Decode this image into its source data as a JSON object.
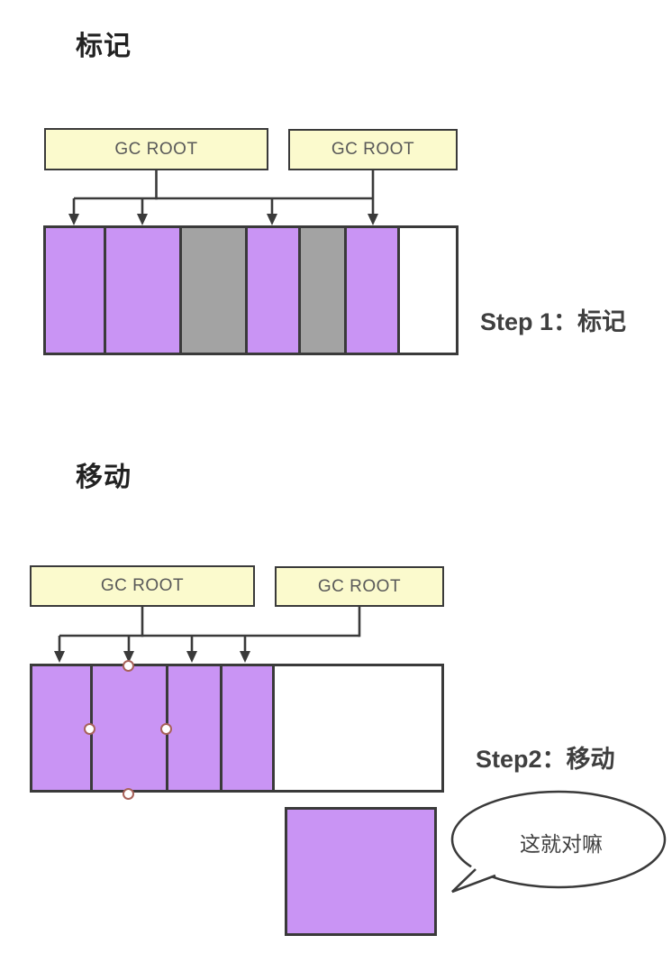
{
  "palette": {
    "ink": "#3A3A3A",
    "live_fill": "#C994F4",
    "garbage_fill": "#A3A3A3",
    "free_fill": "#FFFFFF",
    "root_fill": "#FBFACD",
    "root_text": "#595959",
    "title_text": "#222222",
    "label_text": "#3F3F3F",
    "handle_ring": "#A8625A"
  },
  "sections": {
    "mark": {
      "title": "标记",
      "step_label": "Step 1：标记",
      "roots": [
        "GC ROOT",
        "GC ROOT"
      ],
      "cells": [
        {
          "type": "live",
          "w": 67
        },
        {
          "type": "live",
          "w": 84
        },
        {
          "type": "garbage",
          "w": 73
        },
        {
          "type": "live",
          "w": 59
        },
        {
          "type": "garbage",
          "w": 51
        },
        {
          "type": "live",
          "w": 59
        },
        {
          "type": "free",
          "w": 0
        }
      ]
    },
    "move": {
      "title": "移动",
      "step_label": "Step2：移动",
      "roots": [
        "GC ROOT",
        "GC ROOT"
      ],
      "cells": [
        {
          "type": "live",
          "w": 67
        },
        {
          "type": "live",
          "w": 84
        },
        {
          "type": "live",
          "w": 60
        },
        {
          "type": "live",
          "w": 58
        },
        {
          "type": "free",
          "w": 0
        }
      ],
      "moved_block_type": "live",
      "bubble_text": "这就对嘛"
    }
  }
}
